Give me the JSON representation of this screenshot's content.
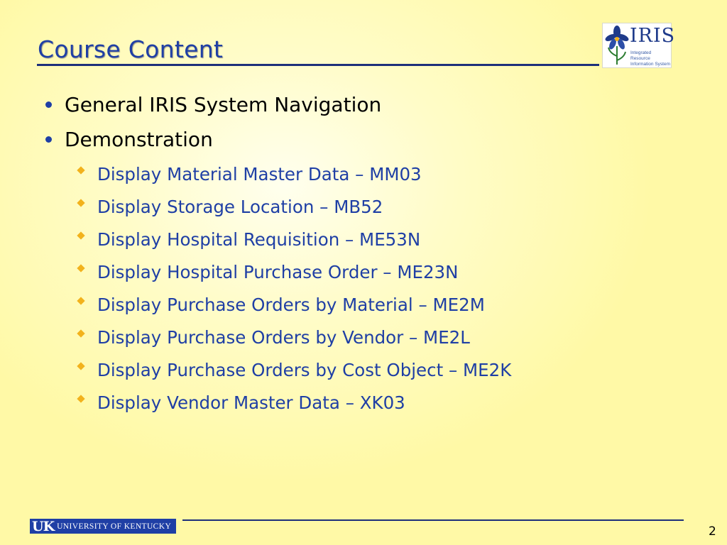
{
  "slide": {
    "title": "Course Content",
    "bullets": [
      {
        "text": "General IRIS System Navigation"
      },
      {
        "text": "Demonstration"
      }
    ],
    "sub_bullets": [
      {
        "text": "Display Material Master Data – MM03"
      },
      {
        "text": "Display Storage Location – MB52"
      },
      {
        "text": "Display Hospital Requisition – ME53N"
      },
      {
        "text": "Display Hospital Purchase Order – ME23N"
      },
      {
        "text": "Display Purchase Orders by Material – ME2M"
      },
      {
        "text": "Display Purchase Orders by Vendor – ME2L"
      },
      {
        "text": "Display Purchase Orders by Cost Object – ME2K"
      },
      {
        "text": "Display Vendor Master Data – XK03"
      }
    ],
    "page_number": "2"
  },
  "logo": {
    "word": "IRIS",
    "sub_line1": "Integrated Resource",
    "sub_line2": "Information System"
  },
  "footer": {
    "uk_mark": "UK",
    "uk_text": "UNIVERSITY OF KENTUCKY"
  },
  "colors": {
    "title": "#1f3fa5",
    "sub_bullet_text": "#1f3fa5",
    "diamond_bullet": "#f2b21c",
    "rule": "#1d2f7a",
    "background": "#fff9a6"
  }
}
